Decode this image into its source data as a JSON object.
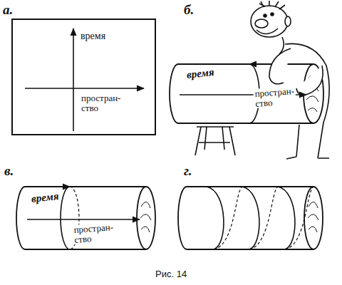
{
  "diagram": {
    "caption": "Рис. 14",
    "labels": [
      "а.",
      "время",
      "простран- ство",
      "б.",
      "время",
      "простран- ство",
      "в.",
      "время",
      "простран- ство",
      "г."
    ]
  }
}
